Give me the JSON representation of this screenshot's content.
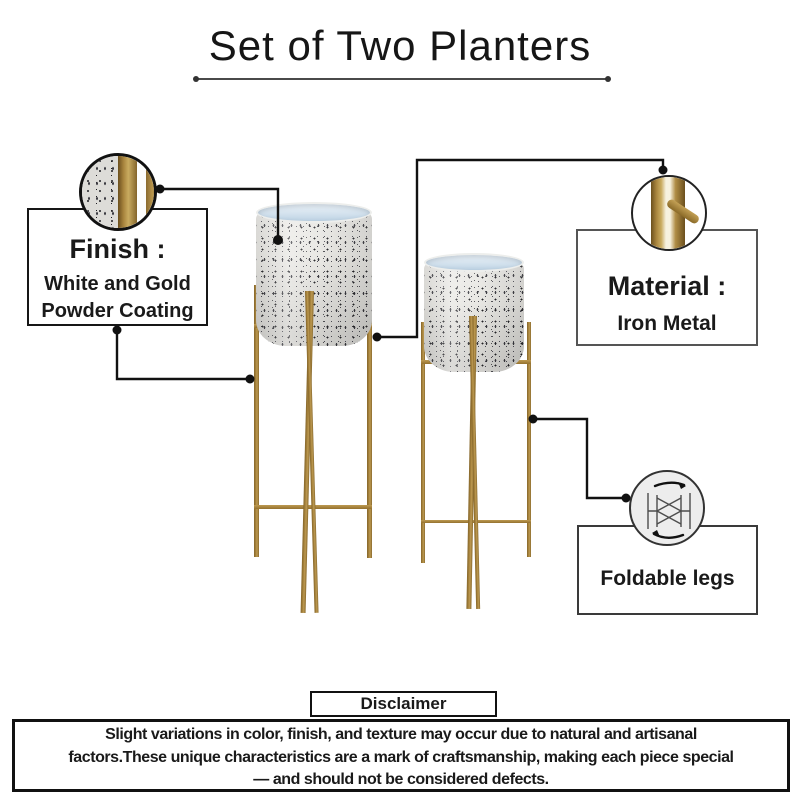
{
  "title": {
    "text": "Set of Two Planters"
  },
  "product": {
    "name": "set-of-two-planters",
    "items": [
      "planter-large",
      "planter-small"
    ]
  },
  "callouts": {
    "finish": {
      "heading": "Finish :",
      "line1": "White and Gold",
      "line2": "Powder Coating"
    },
    "material": {
      "heading": "Material :",
      "line1": "Iron Metal"
    },
    "foldable": {
      "label": "Foldable legs"
    }
  },
  "disclaimer": {
    "heading": "Disclaimer",
    "lines": [
      "Slight variations in color, finish, and texture may occur due to natural and artisanal",
      "factors.These unique characteristics are a mark of craftsmanship, making each piece special",
      "— and should not be considered defects."
    ]
  },
  "icons": {
    "finish_zoom": "finish-detail-zoom-icon",
    "material_zoom": "material-detail-zoom-icon",
    "foldable": "foldable-legs-icon"
  },
  "colors": {
    "gold": "#a9853e",
    "pot": "#e9e8e4",
    "pot_interior": "#cfdfec",
    "line": "#111111",
    "foldable_circle_bg": "#ededed"
  }
}
